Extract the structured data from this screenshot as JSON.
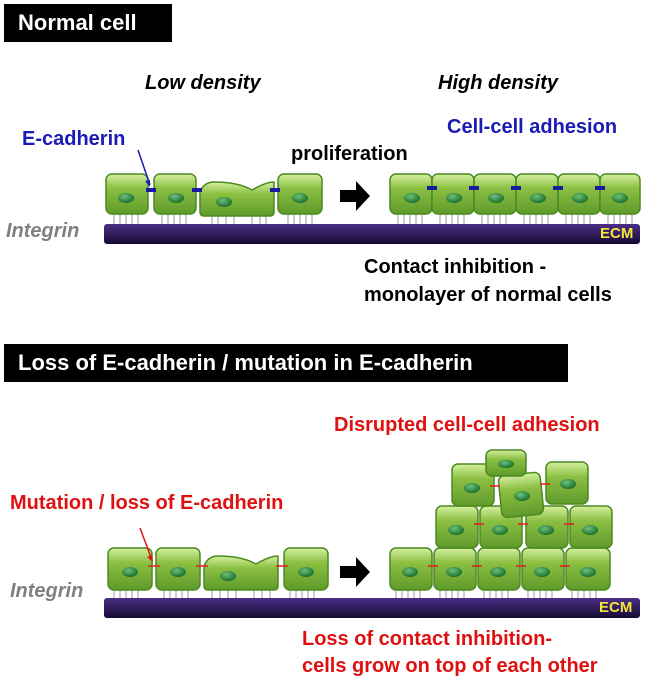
{
  "normal": {
    "banner": "Normal cell",
    "low_density": "Low density",
    "high_density": "High density",
    "e_cadherin": "E-cadherin",
    "cell_cell_adhesion": "Cell-cell adhesion",
    "proliferation": "proliferation",
    "integrin": "Integrin",
    "ecm": "ECM",
    "caption_line1": "Contact inhibition -",
    "caption_line2": "monolayer of normal cells"
  },
  "mutant": {
    "banner": "Loss of E-cadherin / mutation in E-cadherin",
    "disrupted": "Disrupted cell-cell adhesion",
    "mutation_loss": "Mutation / loss of E-cadherin",
    "integrin": "Integrin",
    "ecm": "ECM",
    "caption_line1": "Loss of contact inhibition-",
    "caption_line2": "cells grow on top of each other"
  },
  "colors": {
    "cell_fill": "#7fb43a",
    "cell_highlight": "#c6e58a",
    "nucleus": "#1f7a2e",
    "ecm": "#2a1650",
    "e_cadherin": "#1a1aa0",
    "mutant_junction": "#e02020",
    "red_text": "#e01010",
    "blue_text": "#1a1ab4",
    "integrin_text": "#808080",
    "ecm_text": "#f5e63a"
  }
}
